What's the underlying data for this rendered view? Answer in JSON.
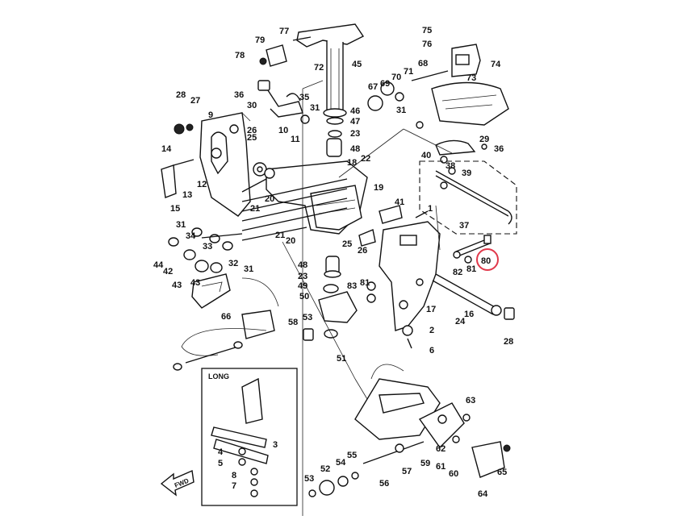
{
  "diagram_title": "",
  "inset_label": "LONG",
  "direction_label": "FWD",
  "highlighted_callout": "80",
  "highlight_color": "#e0384a",
  "callouts": [
    "1",
    "2",
    "3",
    "4",
    "5",
    "6",
    "7",
    "8",
    "9",
    "10",
    "11",
    "12",
    "13",
    "14",
    "15",
    "16",
    "17",
    "18",
    "19",
    "20",
    "21",
    "22",
    "23",
    "24",
    "25",
    "26",
    "27",
    "28",
    "29",
    "30",
    "31",
    "32",
    "33",
    "34",
    "35",
    "36",
    "37",
    "38",
    "39",
    "40",
    "41",
    "42",
    "43",
    "44",
    "45",
    "46",
    "47",
    "48",
    "49",
    "50",
    "51",
    "52",
    "53",
    "54",
    "55",
    "56",
    "57",
    "58",
    "59",
    "60",
    "61",
    "62",
    "63",
    "64",
    "65",
    "66",
    "67",
    "68",
    "69",
    "70",
    "71",
    "72",
    "73",
    "74",
    "75",
    "76",
    "77",
    "78",
    "79",
    "80",
    "81",
    "82",
    "83"
  ]
}
